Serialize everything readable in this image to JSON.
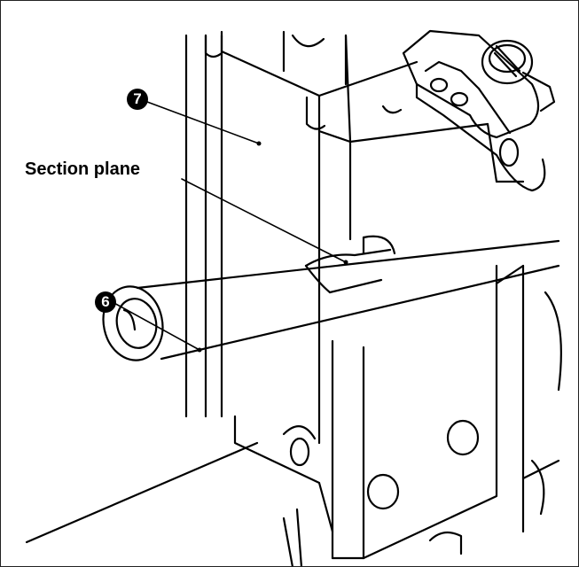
{
  "diagram": {
    "callouts": [
      {
        "id": "callout-7",
        "number": "7"
      },
      {
        "id": "callout-6",
        "number": "6"
      }
    ],
    "labels": {
      "section_plane": "Section plane"
    }
  }
}
